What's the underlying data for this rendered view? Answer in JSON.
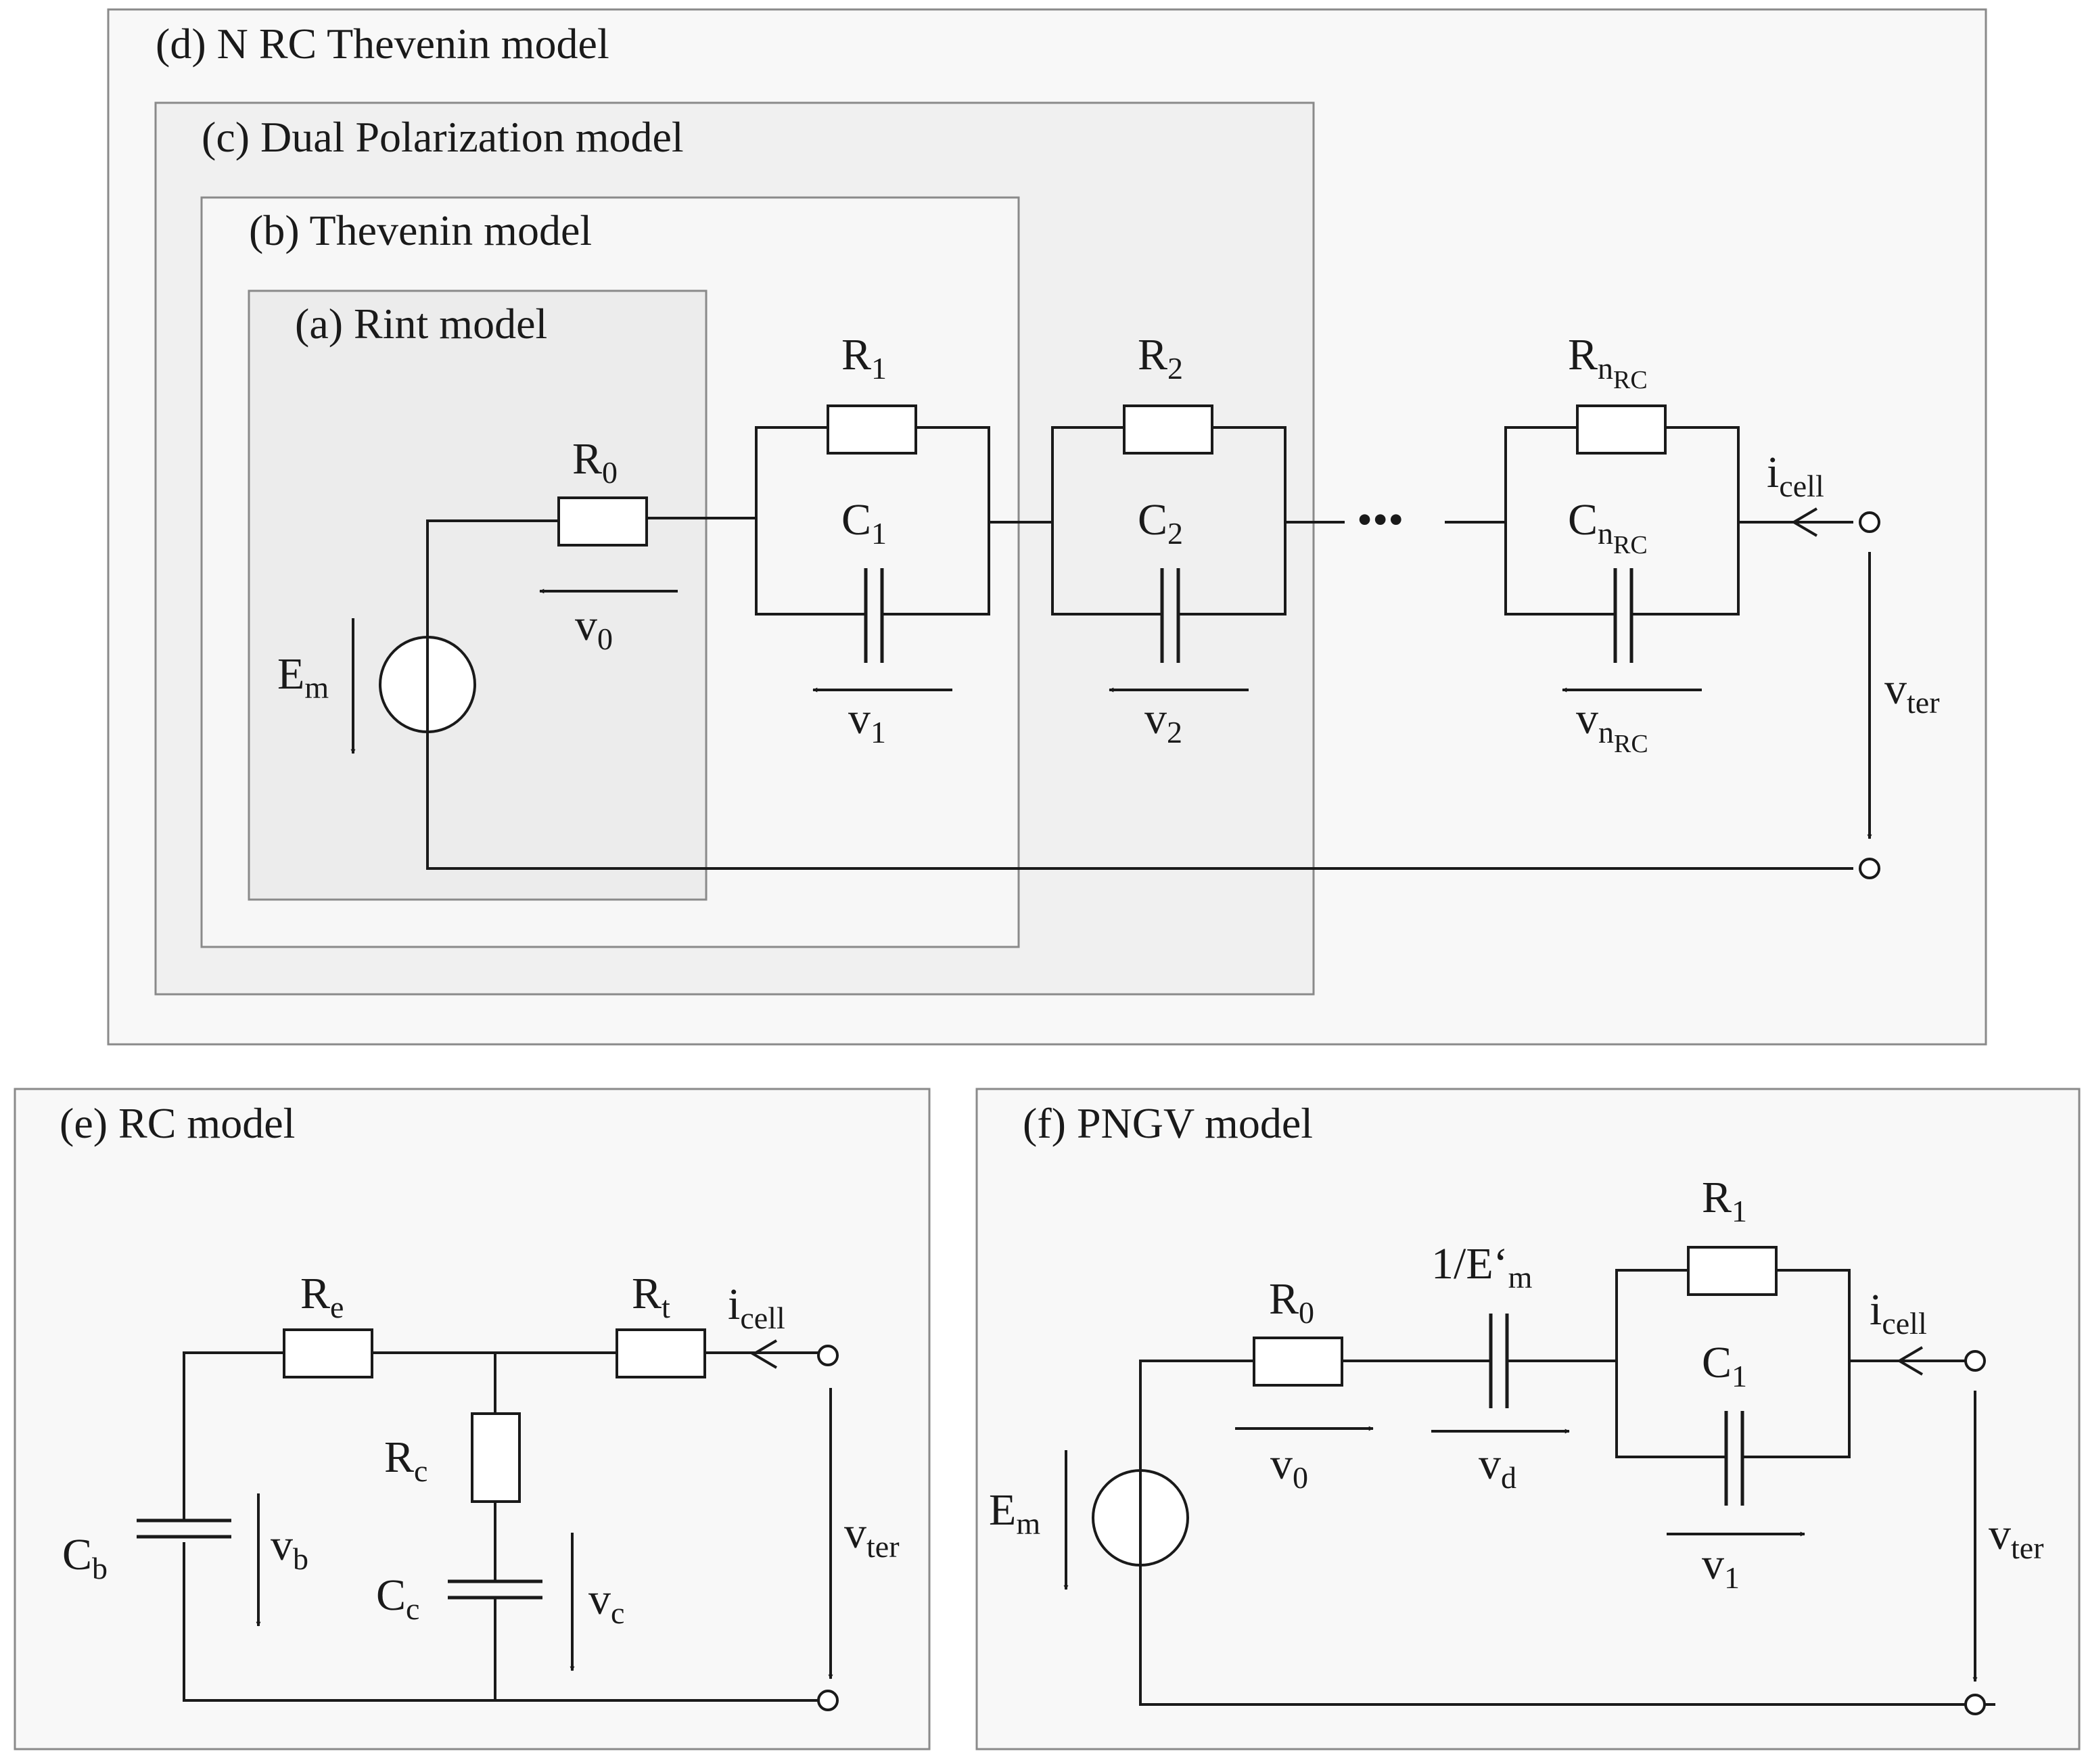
{
  "panels": {
    "d": "(d) N RC Thevenin model",
    "c": "(c) Dual Polarization model",
    "b": "(b) Thevenin model",
    "a": "(a) Rint model",
    "e": "(e) RC model",
    "f": "(f) PNGV model"
  },
  "main": {
    "R0": "R",
    "R0_sub": "0",
    "R1": "R",
    "R1_sub": "1",
    "R2": "R",
    "R2_sub": "2",
    "Rn": "R",
    "Rn_sub": "n",
    "Rn_subsub": "RC",
    "C1": "C",
    "C1_sub": "1",
    "C2": "C",
    "C2_sub": "2",
    "Cn": "C",
    "Cn_sub": "n",
    "Cn_subsub": "RC",
    "v0": "v",
    "v0_sub": "0",
    "v1": "v",
    "v1_sub": "1",
    "v2": "v",
    "v2_sub": "2",
    "vn": "v",
    "vn_sub": "n",
    "vn_subsub": "RC",
    "Em": "E",
    "Em_sub": "m",
    "icell": "i",
    "icell_sub": "cell",
    "vter": "v",
    "vter_sub": "ter",
    "ellipsis": "•••"
  },
  "rc_model": {
    "Re": "R",
    "Re_sub": "e",
    "Rt": "R",
    "Rt_sub": "t",
    "Rc": "R",
    "Rc_sub": "c",
    "Cb": "C",
    "Cb_sub": "b",
    "Cc": "C",
    "Cc_sub": "c",
    "vb": "v",
    "vb_sub": "b",
    "vc": "v",
    "vc_sub": "c",
    "icell": "i",
    "icell_sub": "cell",
    "vter": "v",
    "vter_sub": "ter"
  },
  "pngv_model": {
    "R0": "R",
    "R0_sub": "0",
    "cap": "1/E‘",
    "cap_sub": "m",
    "R1": "R",
    "R1_sub": "1",
    "C1": "C",
    "C1_sub": "1",
    "v0": "v",
    "v0_sub": "0",
    "vd": "v",
    "vd_sub": "d",
    "v1": "v",
    "v1_sub": "1",
    "Em": "E",
    "Em_sub": "m",
    "icell": "i",
    "icell_sub": "cell",
    "vter": "v",
    "vter_sub": "ter"
  },
  "colors": {
    "frame_outer": "#f8f8f8",
    "frame_mid": "#f0f0f0",
    "frame_inner": "#f7f7f7",
    "frame_core": "#ececec",
    "line": "#1a1a1a"
  }
}
